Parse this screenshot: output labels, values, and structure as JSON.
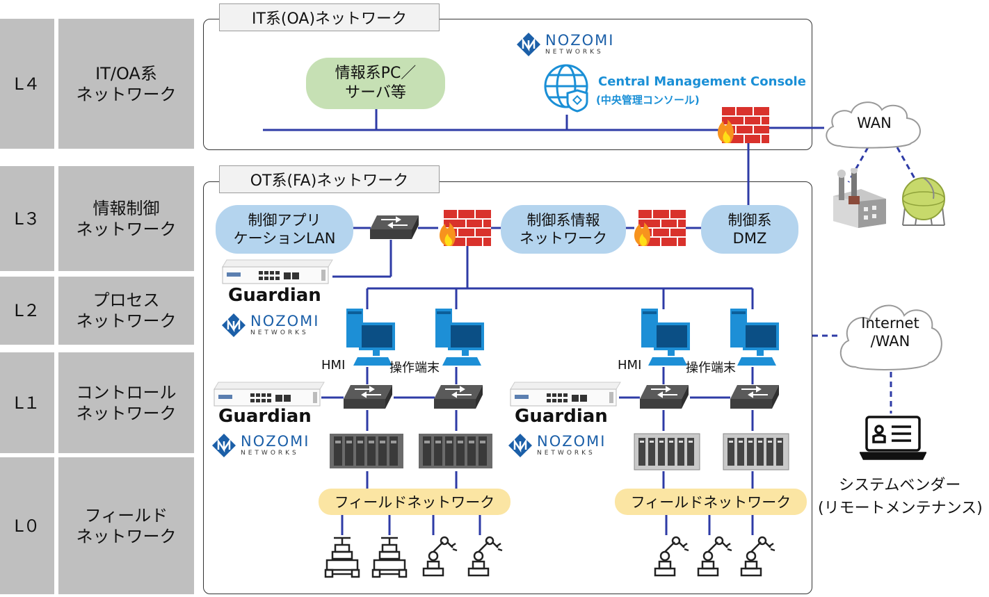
{
  "levels": [
    {
      "code": "L４",
      "name": "IT/OA系\nネットワーク"
    },
    {
      "code": "L３",
      "name": "情報制御\nネットワーク"
    },
    {
      "code": "L２",
      "name": "プロセス\nネットワーク"
    },
    {
      "code": "L１",
      "name": "コントロール\nネットワーク"
    },
    {
      "code": "L０",
      "name": "フィールド\nネットワーク"
    }
  ],
  "it_network": {
    "title": "IT系(OA)ネットワーク",
    "pc_server": "情報系PC／\nサーバ等",
    "cmc_title": "Central Management Console",
    "cmc_sub": "(中央管理コンソール)"
  },
  "ot_network": {
    "title": "OT系(FA)ネットワーク",
    "control_app_lan": "制御アプリ\nケーションLAN",
    "control_info_net": "制御系情報\nネットワーク",
    "control_dmz": "制御系\nDMZ",
    "field_network": "フィールドネットワーク",
    "hmi": "HMI",
    "terminal": "操作端末"
  },
  "guardian": "Guardian",
  "nozomi": {
    "name": "NOZOMI",
    "sub": "NETWORKS"
  },
  "wan": "WAN",
  "internet_wan": "Internet\n/WAN",
  "vendor_line1": "システムベンダー",
  "vendor_line2": "(リモートメンテナンス)",
  "colors": {
    "line": "#2e3ba6",
    "pill": "#b4d4ee",
    "green": "#c6e0b4",
    "field": "#fbe5a3",
    "brand": "#1b5fa8",
    "cmc": "#1a8fd6"
  }
}
